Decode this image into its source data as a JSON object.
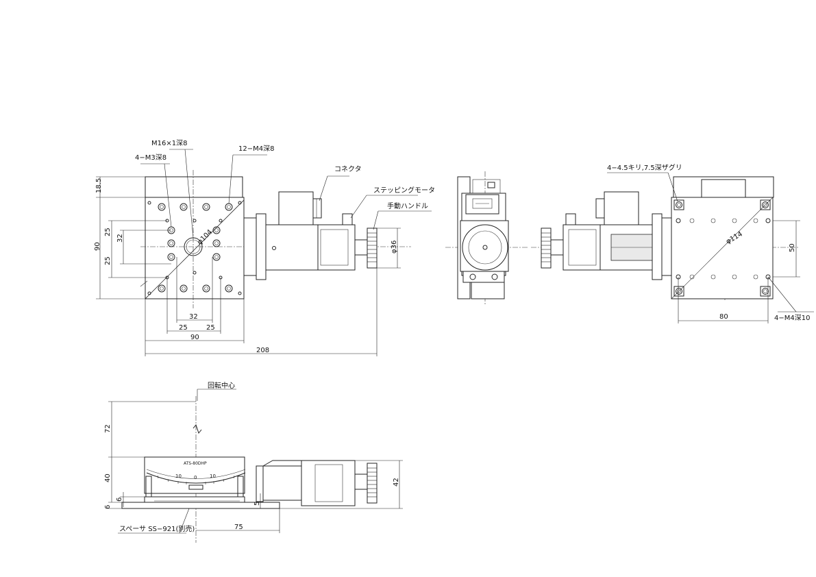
{
  "top_view": {
    "callout_center_hole": "M16×1深8",
    "callout_m3": "4−M3深8",
    "callout_m4": "12−M4深8",
    "callout_connector": "コネクタ",
    "callout_motor": "ステッピングモータ",
    "callout_handle": "手動ハンドル",
    "dim_top_height": "18.5",
    "dim_total_height": "90",
    "dim_upper_25": "25",
    "dim_32_vertical": "32",
    "dim_lower_25": "25",
    "dim_handle_diameter": "φ36",
    "dim_pitch_circle": "φ104",
    "dim_bottom_32": "32",
    "dim_bottom_25_left": "25",
    "dim_bottom_25_right": "25",
    "dim_bottom_90": "90",
    "dim_total_208": "208"
  },
  "right_view": {
    "callout_counterbore": "4−4.5キリ,7.5深ザグリ",
    "dim_pitch_circle": "φ114",
    "dim_50": "50",
    "dim_80": "80",
    "callout_base_tap": "4−M4深10"
  },
  "side_view": {
    "callout_rotation_center": "回転中心",
    "dim_72": "72",
    "dim_40": "40",
    "dim_6_upper": "6",
    "dim_6_lower": "6",
    "dim_5": "5",
    "dim_42": "42",
    "dim_75": "75",
    "callout_spacer": "スペーサ SS−921(別売)",
    "label_model": "ATS-80DHP",
    "scale_left": "10",
    "scale_zero": "0",
    "scale_right": "10"
  }
}
